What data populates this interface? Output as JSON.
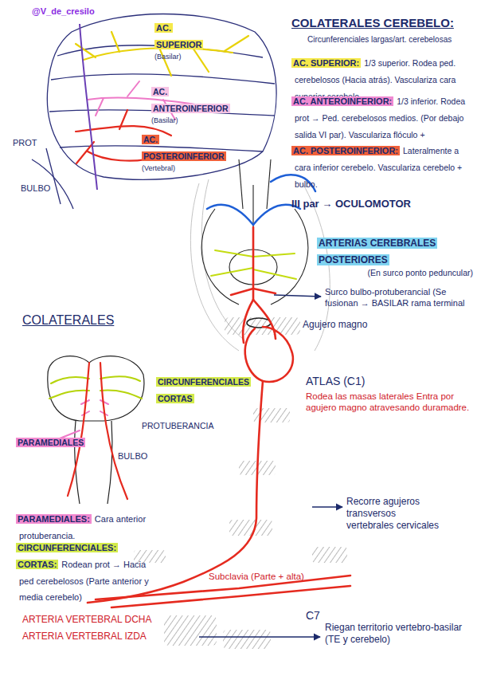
{
  "diagram": {
    "title": "COLATERALES CEREBELO:",
    "nodes": [
      {
        "text": [
          "AC. SUPERIOR",
          "(Basilar)"
        ]
      },
      {
        "text": [
          "AC. SUPERIOR:",
          "1/3 superior. Rodea ped. cerebelosos (Hacia atrás). Vasculariza cara superior cerebelo."
        ]
      },
      {
        "text": [
          "AC. ANTEROINFERIOR",
          "(Basilar)"
        ]
      },
      {
        "text": [
          "AC. ANTEROINFERIOR:",
          "1/3 inferior. Rodea prot → Ped. cerebelosos medios. (Por debajo salida VI par). Vasculariza flóculo + protuberancia."
        ]
      },
      {
        "text": [
          "AC. POSTEROINFERIOR",
          "(Vertebral)"
        ]
      },
      {
        "text": [
          "AC. POSTEROINFERIOR:",
          "Lateralmente a cara inferior cerebelo. Vasculariza cerebelo + bulbo."
        ]
      },
      {
        "text": [
          "ARTERIAS CEREBRALES POSTERIORES",
          "(En surco ponto peduncular)"
        ]
      },
      {
        "text": [
          "CIRCUNFERENCIALES CORTAS"
        ]
      },
      {
        "text": [
          "PARAMEDIALES"
        ]
      },
      {
        "text": [
          "PARAMEDIALES:",
          "Cara anterior protuberancia."
        ]
      },
      {
        "text": [
          "CIRCUNFERENCIALES: CORTAS:",
          "Rodean prot → Hacia ped cerebelosos (Parte anterior y media cerebelo)"
        ]
      }
    ],
    "labels": [
      "@V_de_cresilo",
      "Circunferenciales largas/art. cerebelosas",
      "PROT",
      "BULBO",
      "III par → OCULOMOTOR",
      "Surco bulbo-protuberancial (Se fusionan → BASILAR rama terminal",
      "Agujero magno",
      "COLATERALES",
      "PROTUBERANCIA",
      "BULBO",
      "ATLAS (C1)",
      "Rodea las masas laterales Entra por agujero magno atravesando duramadre.",
      "Recorre agujeros transversos vertebrales cervicales",
      "Subclavia (Parte + alta)",
      "C7",
      "ARTERIA VERTEBRAL DCHA",
      "ARTERIA VERTEBRAL IZDA",
      "Riegan territorio vertebro-basilar (TE y cerebelo)"
    ]
  }
}
